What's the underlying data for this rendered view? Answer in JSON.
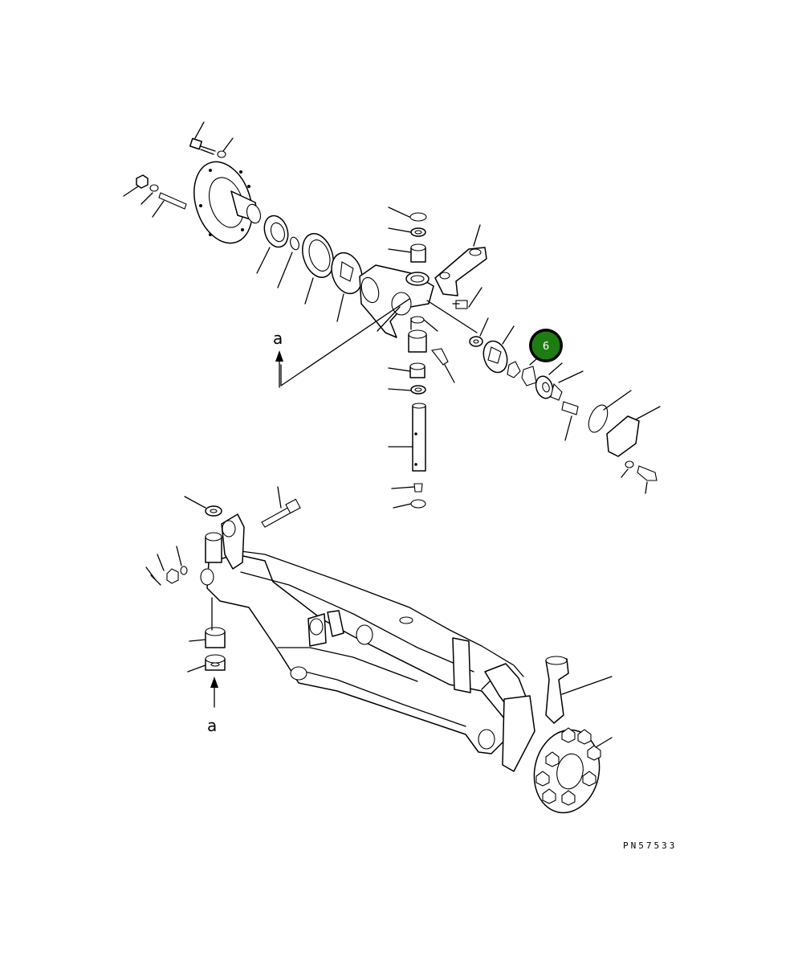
{
  "diagram": {
    "callout": {
      "number": "6",
      "color": "#1e7d12"
    },
    "view_labels": [
      "a",
      "a"
    ],
    "drawing_code": "PN57533"
  }
}
